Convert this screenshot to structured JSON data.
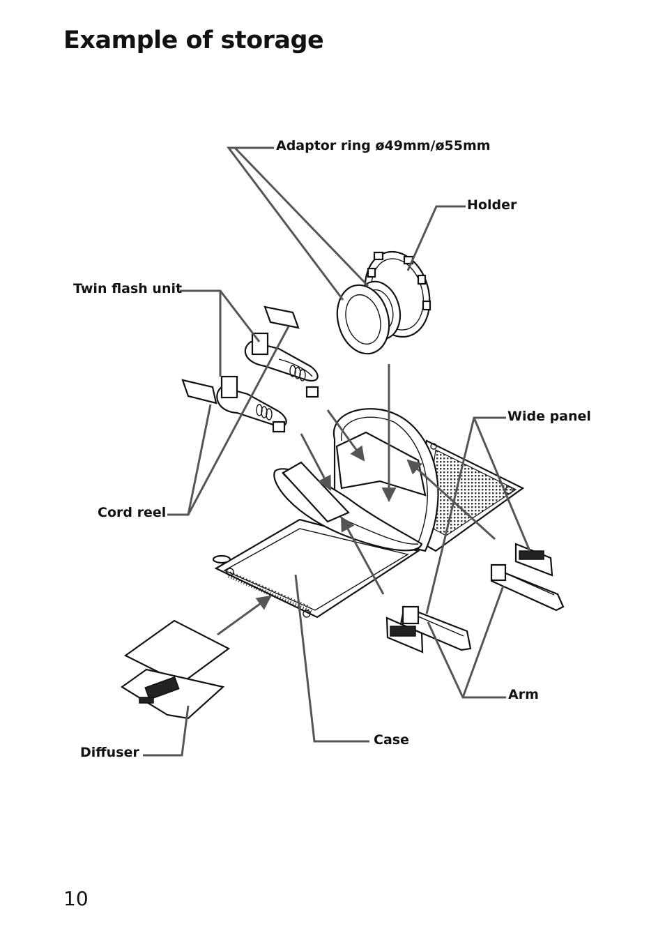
{
  "page": {
    "title": "Example of storage",
    "page_number": "10"
  },
  "callouts": {
    "adaptor_ring": "Adaptor ring ø49mm/ø55mm",
    "holder": "Holder",
    "twin_flash_unit": "Twin flash unit",
    "wide_panel": "Wide panel",
    "cord_reel": "Cord reel",
    "arm": "Arm",
    "case": "Case",
    "diffuser": "Diffuser"
  }
}
